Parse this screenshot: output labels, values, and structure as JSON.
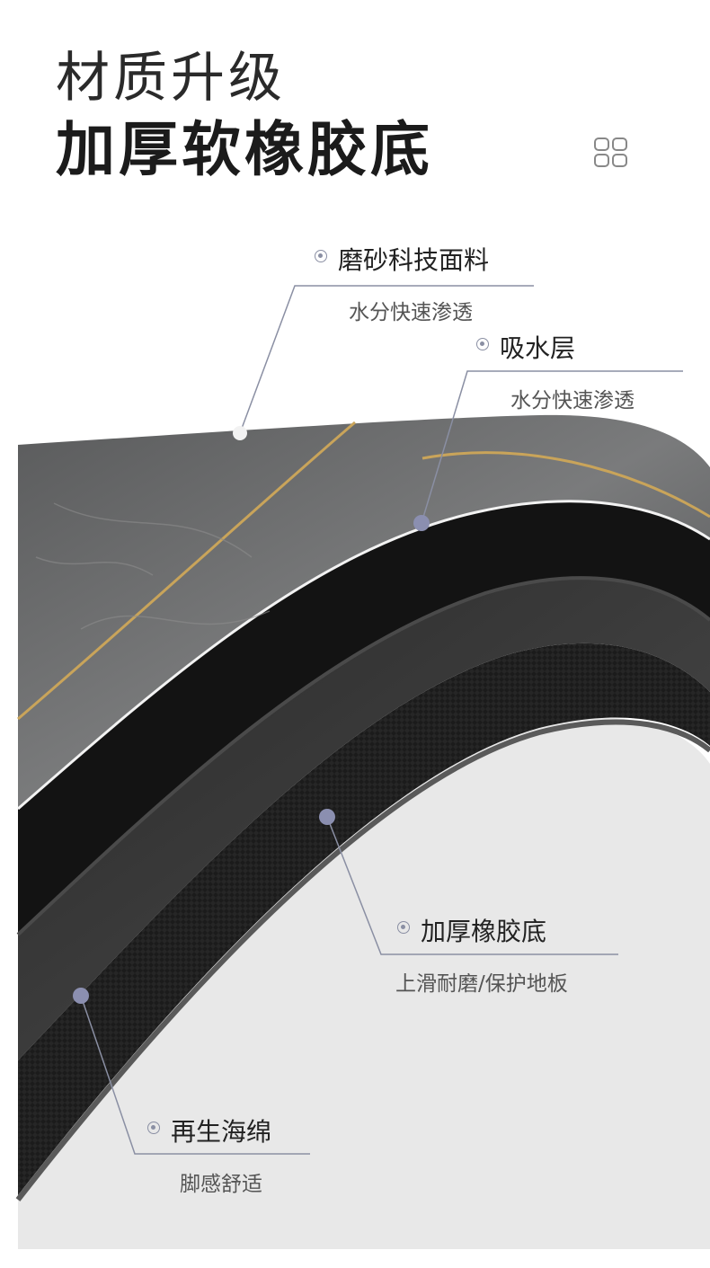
{
  "header": {
    "title_line1": "材质升级",
    "title_line2": "加厚软橡胶底"
  },
  "icons": {
    "menu": "grid-menu-icon"
  },
  "layers": [
    {
      "name": "磨砂科技面料",
      "desc": "水分快速渗透"
    },
    {
      "name": "吸水层",
      "desc": "水分快速渗透"
    },
    {
      "name": "加厚橡胶底",
      "desc": "上滑耐磨/保护地板"
    },
    {
      "name": "再生海绵",
      "desc": "脚感舒适"
    }
  ],
  "colors": {
    "marble": "#6e6e6e",
    "gold_line": "#c9a45a",
    "black_layer": "#141414",
    "sponge": "#3a3a3a",
    "rubber": "#2b2b2b",
    "callout_line": "#8a8fa3",
    "dot": "#8b8fb0"
  }
}
